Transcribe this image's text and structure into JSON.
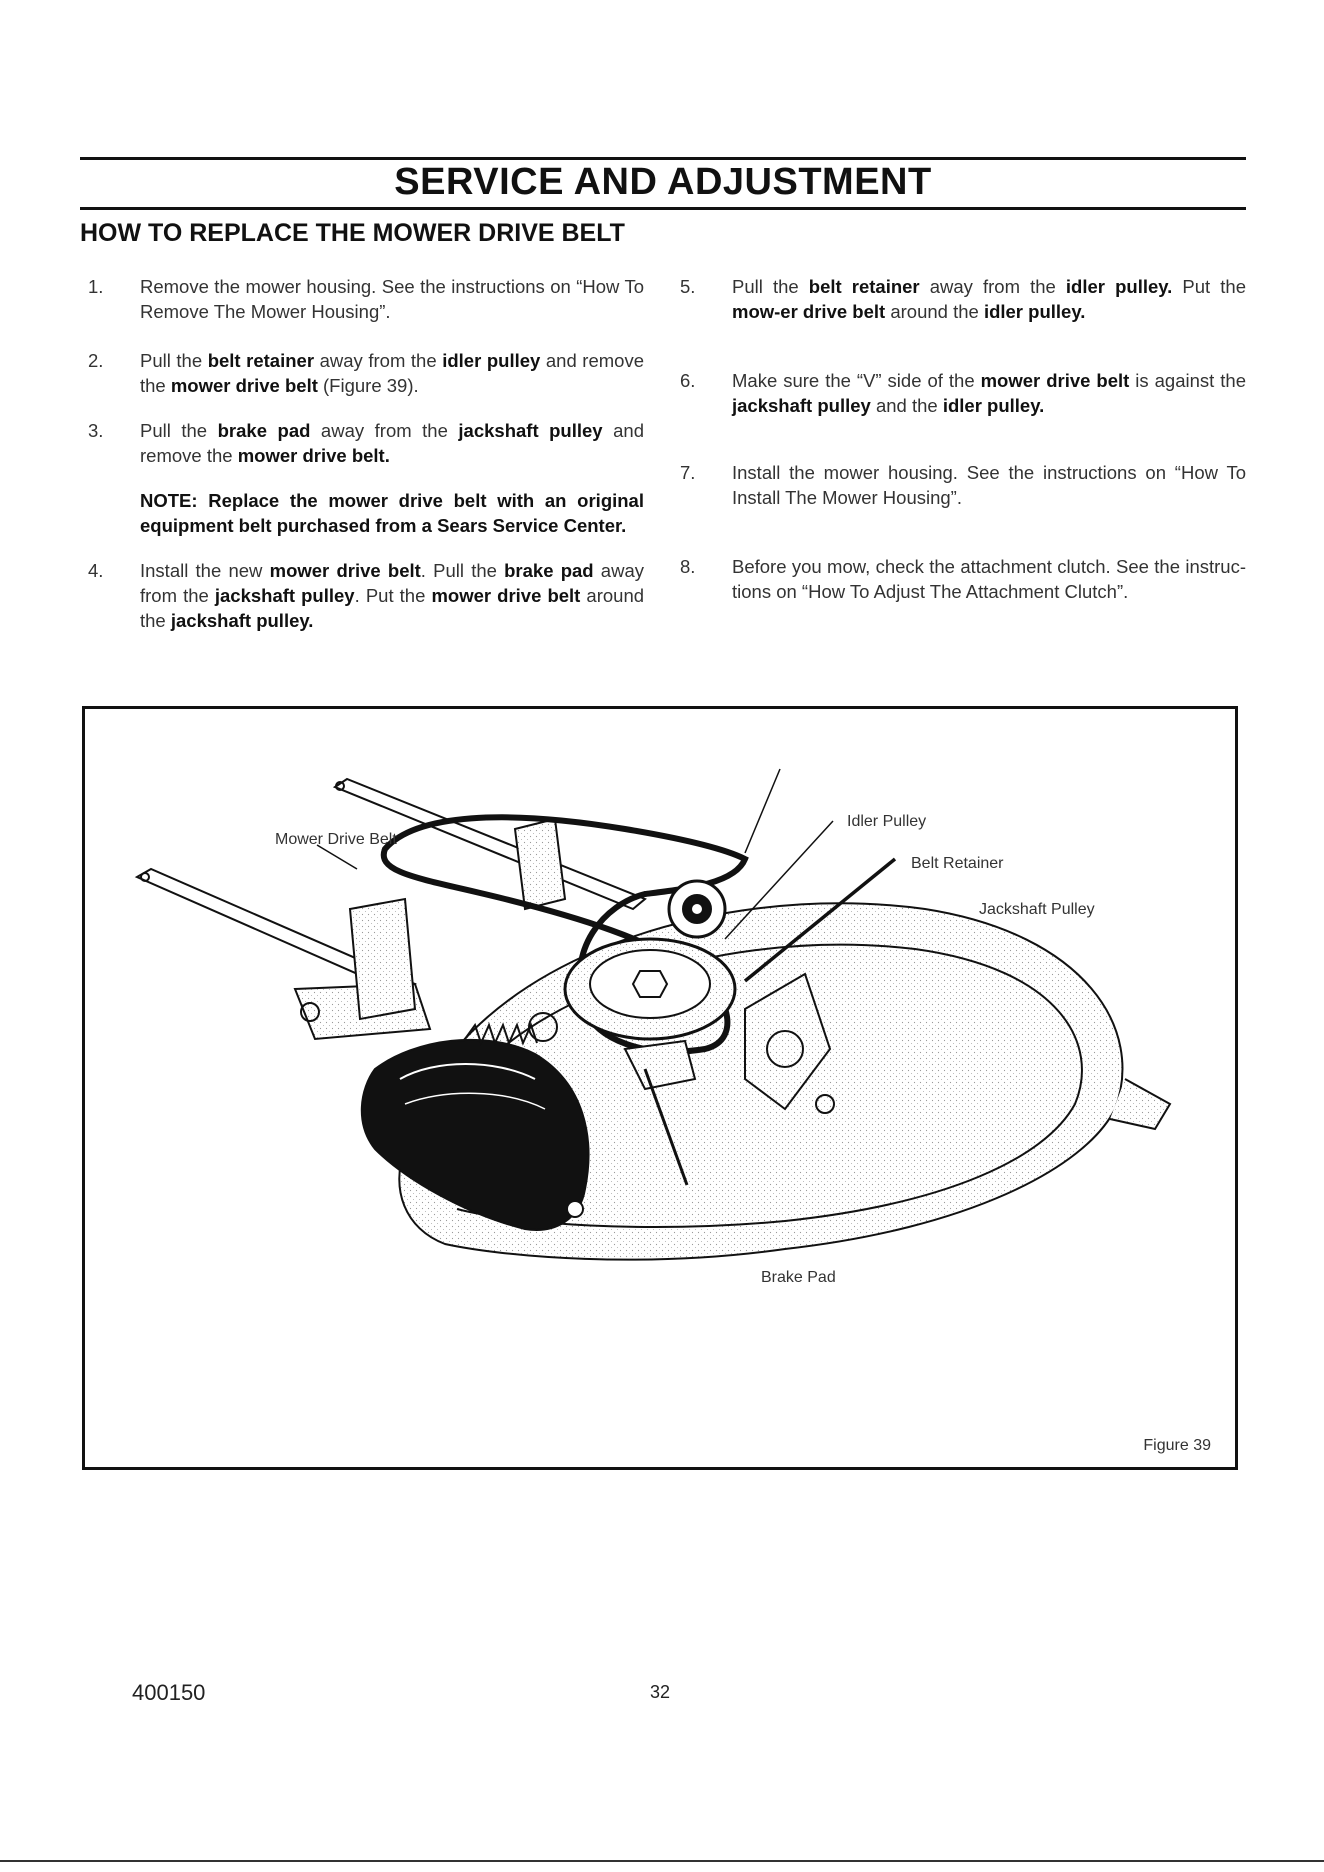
{
  "header": {
    "page_title": "SERVICE AND ADJUSTMENT",
    "section_title": "HOW TO REPLACE THE MOWER DRIVE BELT"
  },
  "steps": [
    {
      "num": "1.",
      "html": "Remove the mower housing. See the instructions on “How To Remove The Mower Housing”."
    },
    {
      "num": "2.",
      "html": "Pull the <b>belt retainer</b> away from the <b>idler pulley</b> and remove the <b>mower drive belt</b> (Figure 39)."
    },
    {
      "num": "3.",
      "html": "Pull the <b>brake pad</b> away from the <b>jackshaft pulley</b> and remove the <b>mower drive belt.</b>"
    },
    {
      "num": "4.",
      "html": "Install the new <b>mower drive belt</b>. Pull the <b>brake pad</b> away from the <b>jackshaft pulley</b>. Put the <b>mower drive belt</b> around the <b>jackshaft pulley.</b>"
    },
    {
      "num": "5.",
      "html": "Pull the <b>belt retainer</b> away from the <b>idler pulley.</b> Put the <b>mow-er drive belt</b> around the <b>idler pulley.</b>"
    },
    {
      "num": "6.",
      "html": "Make sure the “V” side of the <b>mower drive belt</b> is against the <b>jackshaft pulley</b> and the <b>idler pulley.</b>"
    },
    {
      "num": "7.",
      "html": "Install the mower housing. See the instructions on “How To Install The Mower Housing”."
    },
    {
      "num": "8.",
      "html": "Before you mow, check the attachment clutch. See the instruc-tions on “How To Adjust The Attachment Clutch”."
    }
  ],
  "note": "NOTE: Replace the mower drive belt with an original equipment belt purchased from a Sears Service Center.",
  "figure": {
    "labels": {
      "mower_drive_belt": "Mower Drive Belt",
      "idler_pulley": "Idler Pulley",
      "belt_retainer": "Belt Retainer",
      "jackshaft_pulley": "Jackshaft Pulley",
      "brake_pad": "Brake Pad"
    },
    "caption": "Figure 39"
  },
  "footer": {
    "code": "400150",
    "page": "32"
  }
}
